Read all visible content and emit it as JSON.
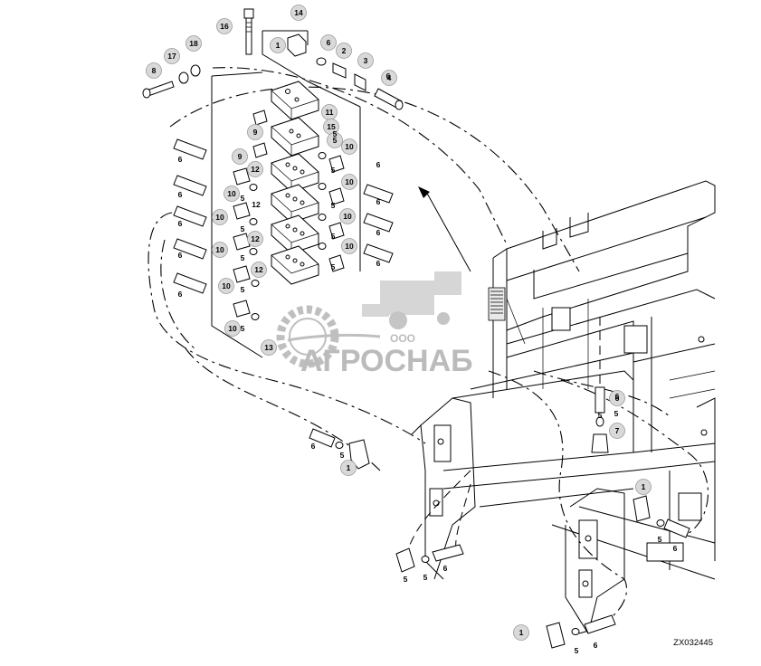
{
  "diagram": {
    "reference_code": "ZX032445",
    "callouts": [
      {
        "id": "c1",
        "label": "16"
      },
      {
        "id": "c2",
        "label": "14"
      },
      {
        "id": "c3",
        "label": "18"
      },
      {
        "id": "c4",
        "label": "17"
      },
      {
        "id": "c5",
        "label": "8"
      },
      {
        "id": "c6",
        "label": "1"
      },
      {
        "id": "c7",
        "label": "6"
      },
      {
        "id": "c8",
        "label": "2"
      },
      {
        "id": "c9",
        "label": "3"
      },
      {
        "id": "c10",
        "label": "4"
      },
      {
        "id": "c11",
        "label": "11"
      },
      {
        "id": "c12",
        "label": "9"
      },
      {
        "id": "c13",
        "label": "15"
      },
      {
        "id": "c14",
        "label": "5"
      },
      {
        "id": "c15",
        "label": "9"
      },
      {
        "id": "c16",
        "label": "10"
      },
      {
        "id": "c17",
        "label": "12"
      },
      {
        "id": "c18",
        "label": "10"
      },
      {
        "id": "c19",
        "label": "10"
      },
      {
        "id": "c20",
        "label": "10"
      },
      {
        "id": "c21",
        "label": "10"
      },
      {
        "id": "c22",
        "label": "10"
      },
      {
        "id": "c23",
        "label": "12"
      },
      {
        "id": "c24",
        "label": "10"
      },
      {
        "id": "c25",
        "label": "10"
      },
      {
        "id": "c26",
        "label": "12"
      },
      {
        "id": "c27",
        "label": "10"
      },
      {
        "id": "c28",
        "label": "13"
      },
      {
        "id": "c29",
        "label": "6"
      },
      {
        "id": "c30",
        "label": "7"
      },
      {
        "id": "c31",
        "label": "1"
      },
      {
        "id": "c32",
        "label": "1"
      },
      {
        "id": "c33",
        "label": "1"
      }
    ],
    "labels": [
      {
        "id": "l1",
        "label": "6"
      },
      {
        "id": "l2",
        "label": "6"
      },
      {
        "id": "l3",
        "label": "6"
      },
      {
        "id": "l4",
        "label": "6"
      },
      {
        "id": "l5",
        "label": "6"
      },
      {
        "id": "l6",
        "label": "6"
      },
      {
        "id": "l7",
        "label": "6"
      },
      {
        "id": "l8",
        "label": "6"
      },
      {
        "id": "l9",
        "label": "6"
      },
      {
        "id": "l10",
        "label": "6"
      },
      {
        "id": "l11",
        "label": "6"
      },
      {
        "id": "l12",
        "label": "5"
      },
      {
        "id": "l13",
        "label": "5"
      },
      {
        "id": "l14",
        "label": "5"
      },
      {
        "id": "l15",
        "label": "5"
      },
      {
        "id": "l16",
        "label": "5"
      },
      {
        "id": "l17",
        "label": "5"
      },
      {
        "id": "l18",
        "label": "5"
      },
      {
        "id": "l19",
        "label": "5"
      },
      {
        "id": "l20",
        "label": "5"
      },
      {
        "id": "l21",
        "label": "5"
      },
      {
        "id": "l22",
        "label": "5"
      },
      {
        "id": "l23",
        "label": "5"
      },
      {
        "id": "l24",
        "label": "12"
      },
      {
        "id": "l25",
        "label": "6"
      },
      {
        "id": "l26",
        "label": "5"
      },
      {
        "id": "l27",
        "label": "6"
      },
      {
        "id": "l28",
        "label": "5"
      },
      {
        "id": "l29",
        "label": "5"
      },
      {
        "id": "l30",
        "label": "6"
      },
      {
        "id": "l31",
        "label": "5"
      },
      {
        "id": "l32",
        "label": "6"
      },
      {
        "id": "l33",
        "label": "5"
      }
    ]
  },
  "watermark": {
    "company_prefix": "ООО",
    "company_name": "АГРОСНАБ"
  }
}
